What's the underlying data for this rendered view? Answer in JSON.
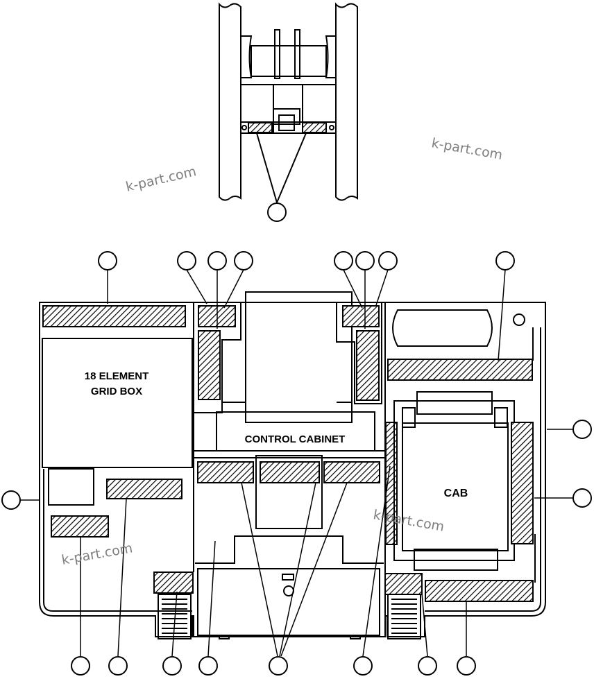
{
  "labels": {
    "grid_box_line1": "18 ELEMENT",
    "grid_box_line2": "GRID BOX",
    "control_cabinet": "CONTROL CABINET",
    "cab": "CAB"
  },
  "watermark": "k-part.com",
  "colors": {
    "line": "#000000",
    "background": "#ffffff",
    "watermark": "#808080"
  }
}
